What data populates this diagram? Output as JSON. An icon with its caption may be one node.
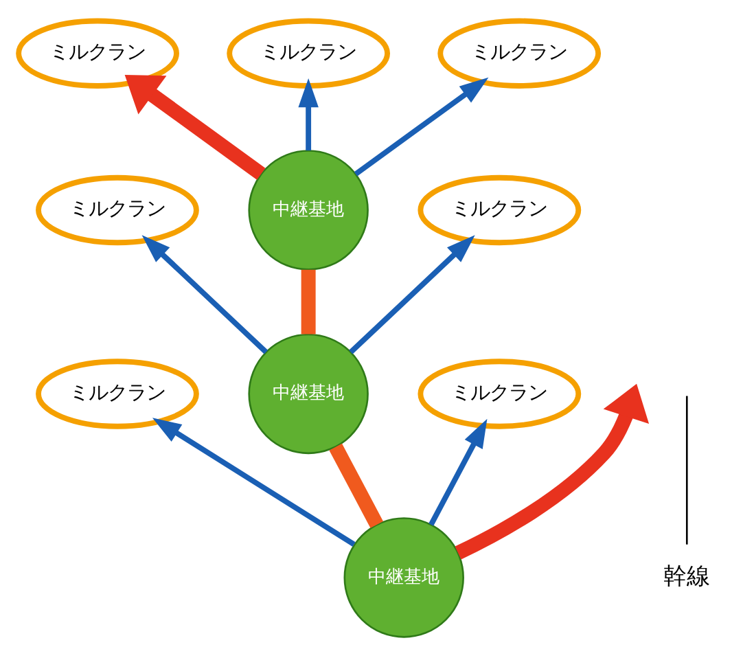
{
  "diagram": {
    "nodes": [
      {
        "text": [
          "ミルクラン"
        ]
      },
      {
        "text": [
          "ミルクラン"
        ]
      },
      {
        "text": [
          "ミルクラン"
        ]
      },
      {
        "text": [
          "中継基地"
        ]
      },
      {
        "text": [
          "ミルクラン"
        ]
      },
      {
        "text": [
          "幹線"
        ]
      },
      {
        "text": [
          "中継基地"
        ]
      },
      {
        "text": [
          "ミルクラン"
        ]
      },
      {
        "text": [
          "中継基地"
        ]
      },
      {
        "text": [
          "ミルクラン"
        ]
      },
      {
        "text": [
          "ミルクラン"
        ]
      }
    ],
    "edges": [
      {
        "from": 8,
        "to": 6,
        "arrow": "none",
        "style": "thick",
        "color": "#f05a1e"
      },
      {
        "from": 6,
        "to": 3,
        "arrow": "none",
        "style": "thick",
        "color": "#f05a1e"
      },
      {
        "from": 3,
        "to": 0,
        "arrow": "to",
        "style": "thick",
        "color": "#e8321e"
      },
      {
        "from": 8,
        "to": null,
        "arrow": "to",
        "style": "thick",
        "color": "#e8321e"
      },
      {
        "from": 8,
        "to": 4,
        "arrow": "to"
      },
      {
        "from": 8,
        "to": 10,
        "arrow": "to"
      },
      {
        "from": 6,
        "to": 2,
        "arrow": "to"
      },
      {
        "from": 6,
        "to": 9,
        "arrow": "to"
      },
      {
        "from": 3,
        "to": 1,
        "arrow": "to"
      },
      {
        "from": 3,
        "to": 7,
        "arrow": "to"
      },
      {
        "from": 5,
        "to": null,
        "arrow": "none",
        "color": "#000000"
      }
    ]
  }
}
